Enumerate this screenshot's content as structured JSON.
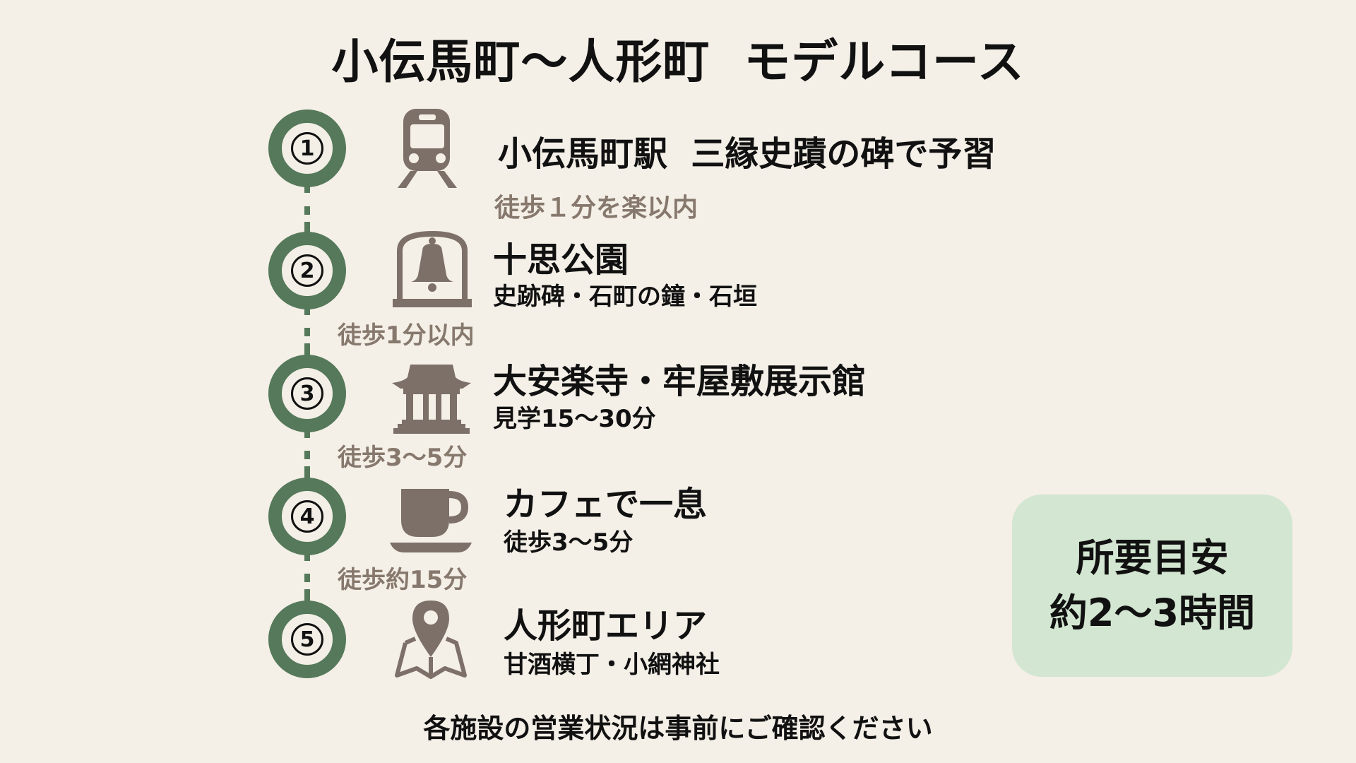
{
  "title": "小伝馬町〜人形町  モデルコース",
  "colors": {
    "background": "#f4efe7",
    "accent_green": "#55795a",
    "icon_brown": "#7d7068",
    "walk_text_gray": "#86786c",
    "duration_box": "#d3e6d1",
    "text": "#111111"
  },
  "steps": [
    {
      "number": "1",
      "icon": "train-icon",
      "title": "小伝馬町駅  三縁史蹟の碑で予習",
      "subtitle": "徒歩１分を楽以内"
    },
    {
      "number": "2",
      "icon": "bell-icon",
      "title": "十思公園",
      "subtitle": "史跡碑・石町の鐘・石垣"
    },
    {
      "number": "3",
      "icon": "temple-icon",
      "title": "大安楽寺・牢屋敷展示館",
      "subtitle": "見学15〜30分"
    },
    {
      "number": "4",
      "icon": "coffee-cup-icon",
      "title": "カフェで一息",
      "subtitle": "徒歩3〜5分"
    },
    {
      "number": "5",
      "icon": "map-pin-icon",
      "title": "人形町エリア",
      "subtitle": "甘酒横丁・小網神社"
    }
  ],
  "walks": [
    "徒歩1分以内",
    "徒歩3〜5分",
    "徒歩約15分"
  ],
  "duration": {
    "label": "所要目安",
    "value": "約2〜3時間"
  },
  "footer": "各施設の営業状況は事前にご確認ください"
}
